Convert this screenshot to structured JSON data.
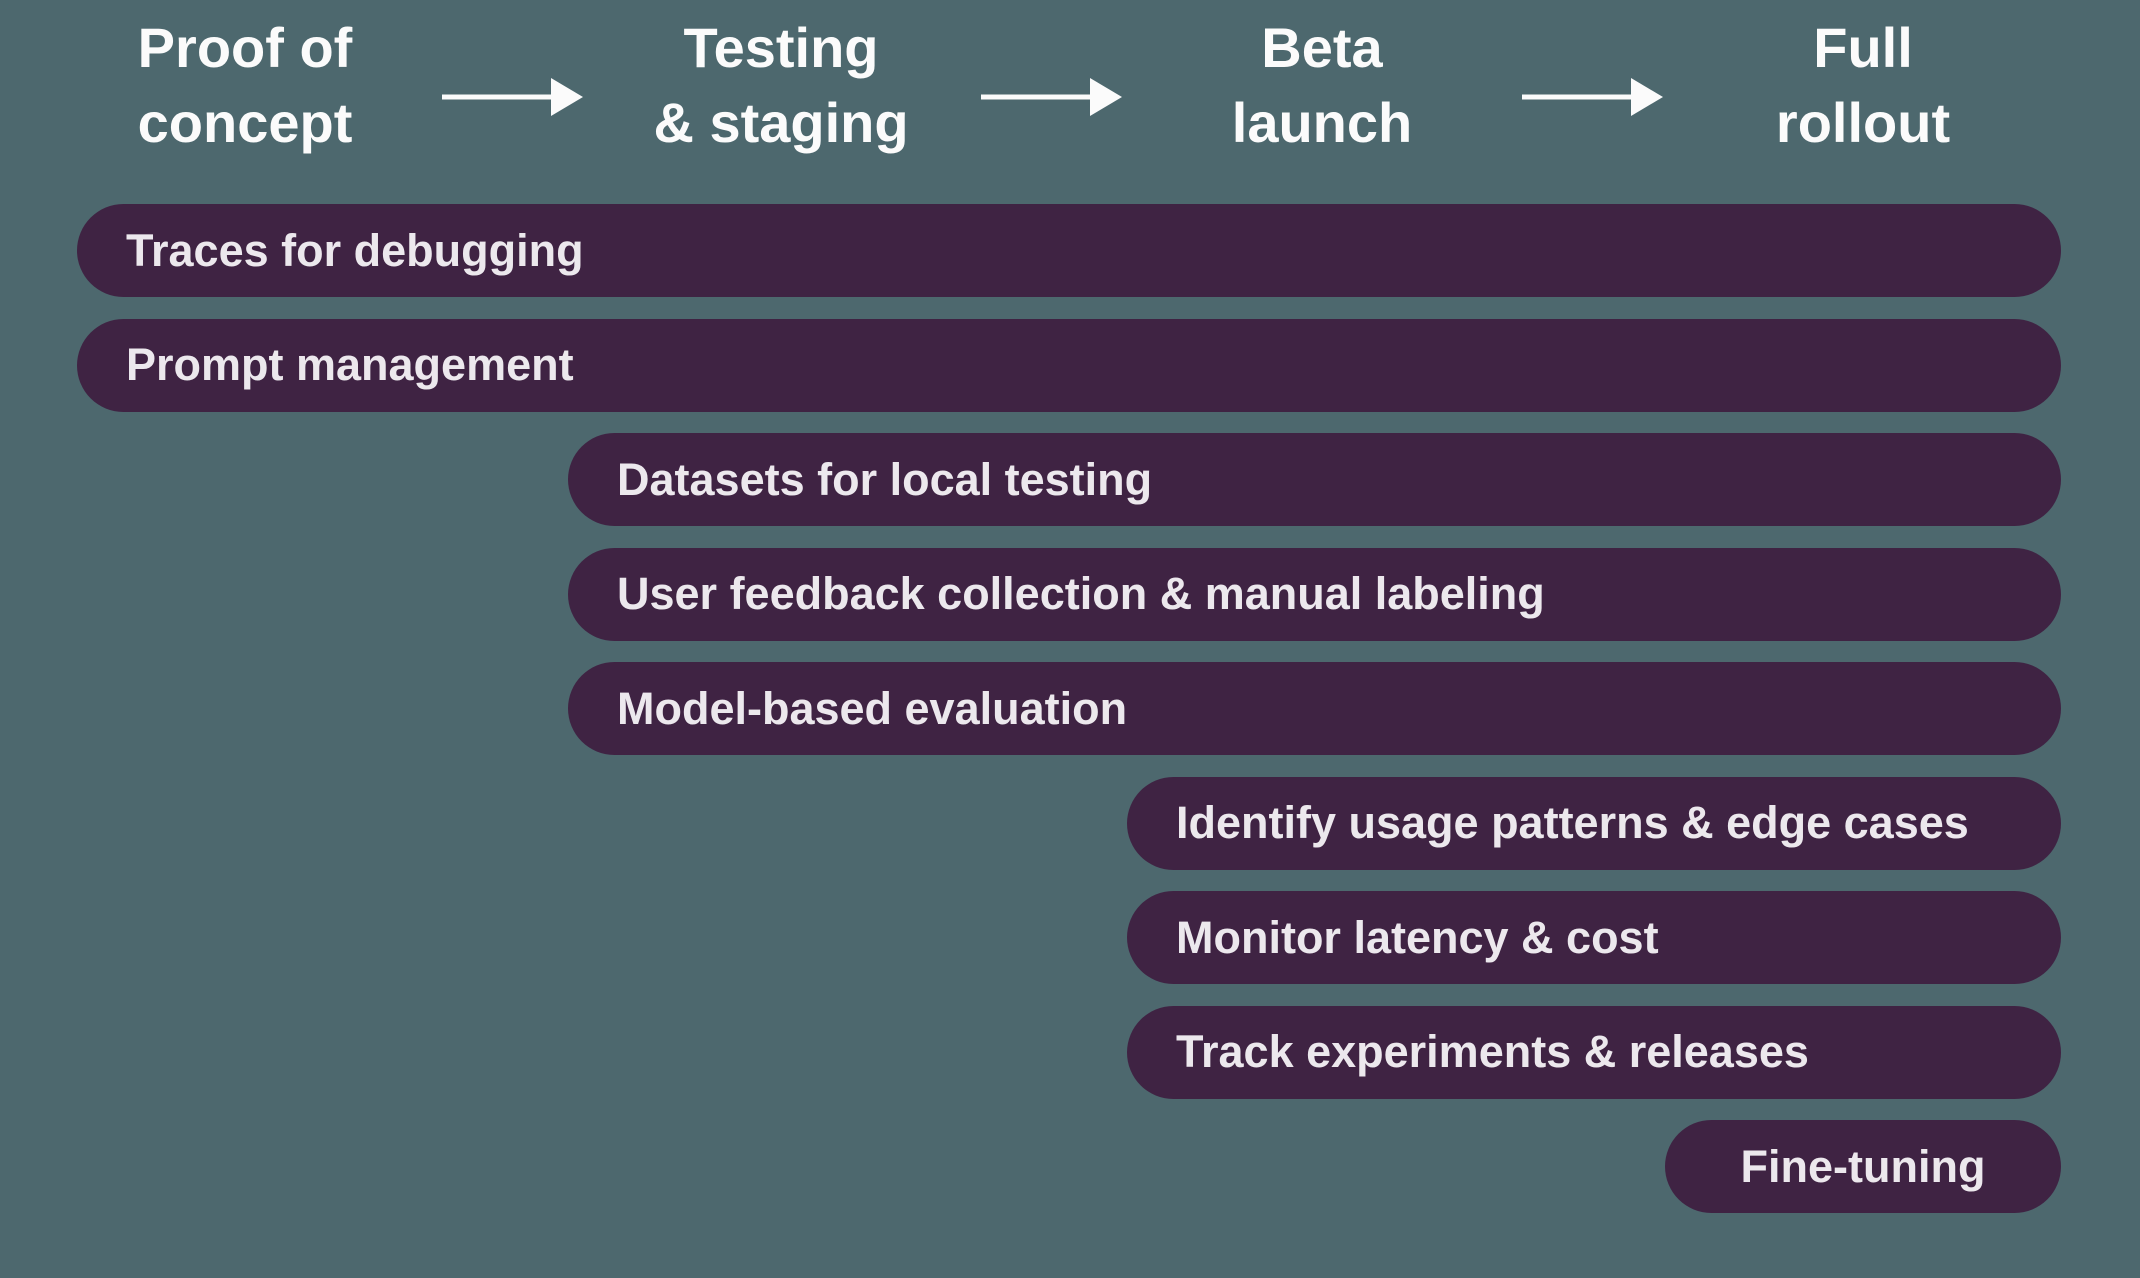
{
  "colors": {
    "background": "#4d686e",
    "bar": "#3f2343",
    "bar_text": "#ece8ed",
    "header_text": "#fbfbfb",
    "arrow": "#fbfbfb"
  },
  "phases": [
    {
      "line1": "Proof of",
      "line2": "concept"
    },
    {
      "line1": "Testing",
      "line2": "& staging"
    },
    {
      "line1": "Beta",
      "line2": "launch"
    },
    {
      "line1": "Full",
      "line2": "rollout"
    }
  ],
  "arrows": [
    {
      "icon": "right-arrow-icon",
      "from": "Proof of concept",
      "to": "Testing & staging"
    },
    {
      "icon": "right-arrow-icon",
      "from": "Testing & staging",
      "to": "Beta launch"
    },
    {
      "icon": "right-arrow-icon",
      "from": "Beta launch",
      "to": "Full rollout"
    }
  ],
  "bars": [
    {
      "label": "Traces for debugging",
      "start": 0,
      "starts_at": "Proof of concept",
      "ends_at": "Full rollout"
    },
    {
      "label": "Prompt management",
      "start": 0,
      "starts_at": "Proof of concept",
      "ends_at": "Full rollout"
    },
    {
      "label": "Datasets for local testing",
      "start": 1,
      "starts_at": "Testing & staging",
      "ends_at": "Full rollout"
    },
    {
      "label": "User feedback collection & manual labeling",
      "start": 1,
      "starts_at": "Testing & staging",
      "ends_at": "Full rollout"
    },
    {
      "label": "Model-based evaluation",
      "start": 1,
      "starts_at": "Testing & staging",
      "ends_at": "Full rollout"
    },
    {
      "label": "Identify usage patterns & edge cases",
      "start": 2,
      "starts_at": "Beta launch",
      "ends_at": "Full rollout"
    },
    {
      "label": "Monitor latency & cost",
      "start": 2,
      "starts_at": "Beta launch",
      "ends_at": "Full rollout"
    },
    {
      "label": "Track experiments & releases",
      "start": 2,
      "starts_at": "Beta launch",
      "ends_at": "Full rollout"
    },
    {
      "label": "Fine-tuning",
      "start": 3,
      "starts_at": "Full rollout",
      "ends_at": "Full rollout",
      "align": "center"
    }
  ]
}
